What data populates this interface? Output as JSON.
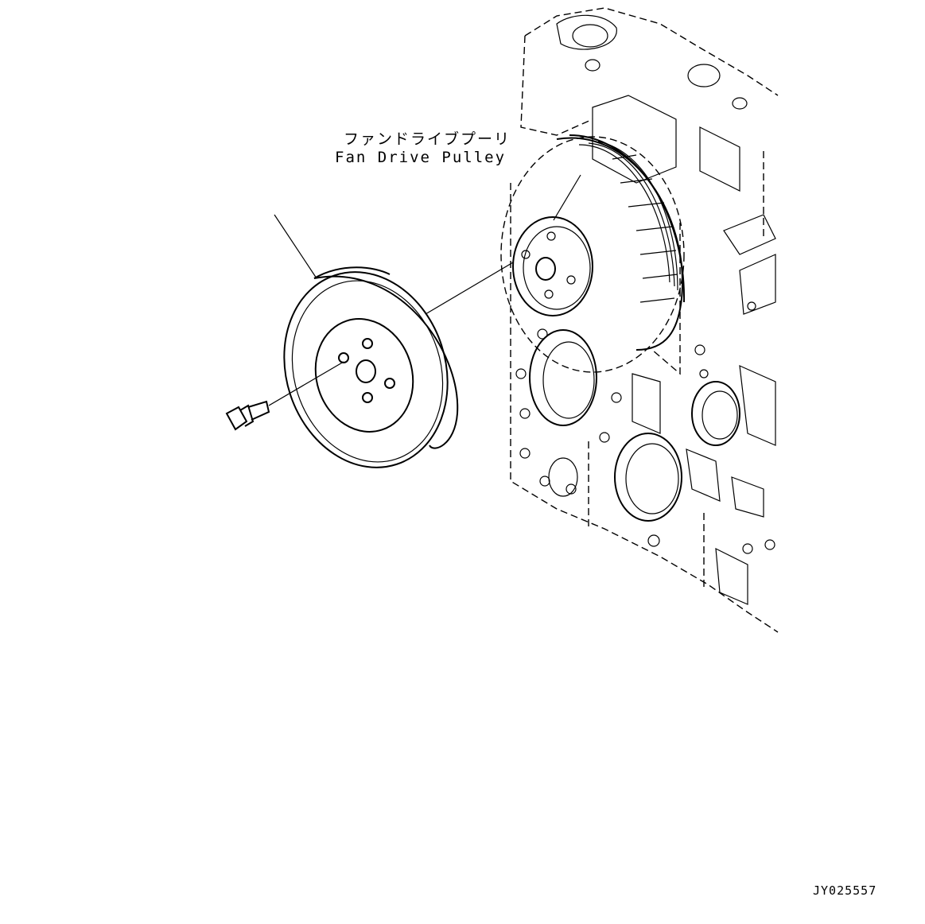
{
  "callout": {
    "label_jp": "ファンドライブプーリ",
    "label_en": "Fan Drive Pulley"
  },
  "drawing_id": "JY025557"
}
